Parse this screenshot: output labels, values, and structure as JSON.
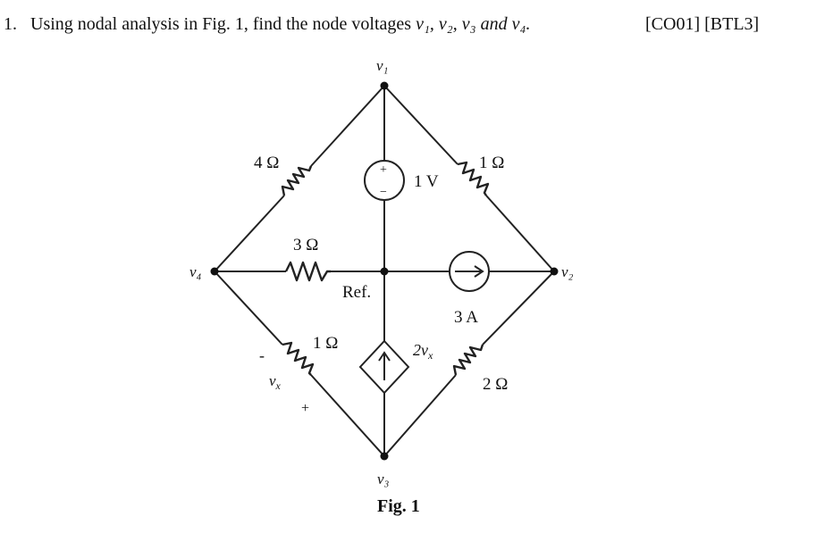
{
  "question": {
    "number": "1.",
    "text_prefix": "Using nodal analysis in Fig. 1, find the node voltages",
    "v1": "v₁,",
    "v2": "v₂,",
    "v3": "v₃",
    "and": "and",
    "v4": "v₄.",
    "tags": "[CO01] [BTL3]"
  },
  "figure": {
    "caption": "Fig. 1",
    "nodes": {
      "v1": "v₁",
      "v2": "v₂",
      "v3": "v₃",
      "v4": "v₄",
      "ref": "Ref."
    },
    "components": {
      "r_v4_v1": "4 Ω",
      "r_v1_v2": "1 Ω",
      "r_v4_ref": "3 Ω",
      "r_v4_v3": "1 Ω",
      "r_v3_v2": "2 Ω",
      "vsource": "1 V",
      "vsource_plus": "+",
      "vsource_minus": "−",
      "isource": "3 A",
      "dep_source": "2v",
      "dep_source_sub": "x",
      "vx_label": "v",
      "vx_sub": "x",
      "vx_minus": "-",
      "vx_plus": "+"
    }
  }
}
